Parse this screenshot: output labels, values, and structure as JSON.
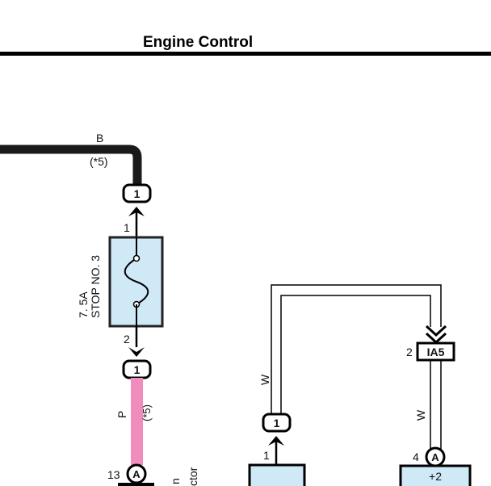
{
  "page": {
    "title": "Engine Control"
  },
  "wires": {
    "battery_color_code": "B",
    "battery_note": "(*5)",
    "fuse_out_color_code": "P",
    "fuse_out_note": "(*5)",
    "loop_left_color_code": "W",
    "loop_right_color_code": "W"
  },
  "fuse": {
    "rating": "7. 5A",
    "name": "STOP NO. 3",
    "pin_in": "1",
    "pin_out": "2"
  },
  "connectors": {
    "fuse_top": "1",
    "fuse_bottom": "1",
    "left_inline": "1",
    "left_pin": "1",
    "ia5_pin": "2",
    "ia5_label": "IA5",
    "ecm_pin_a_number": "13",
    "ecm_pin_a_letter": "A",
    "right_pin_a_number": "4",
    "right_pin_a_letter": "A"
  },
  "components": {
    "right_box_label": "+2",
    "side_label_1": "n",
    "side_label_2": "ctor"
  },
  "colors": {
    "wire_black": "#1a1a1a",
    "wire_pink": "#f08cbe",
    "box_fill": "#cfe9f7",
    "line_dark": "#000000"
  }
}
